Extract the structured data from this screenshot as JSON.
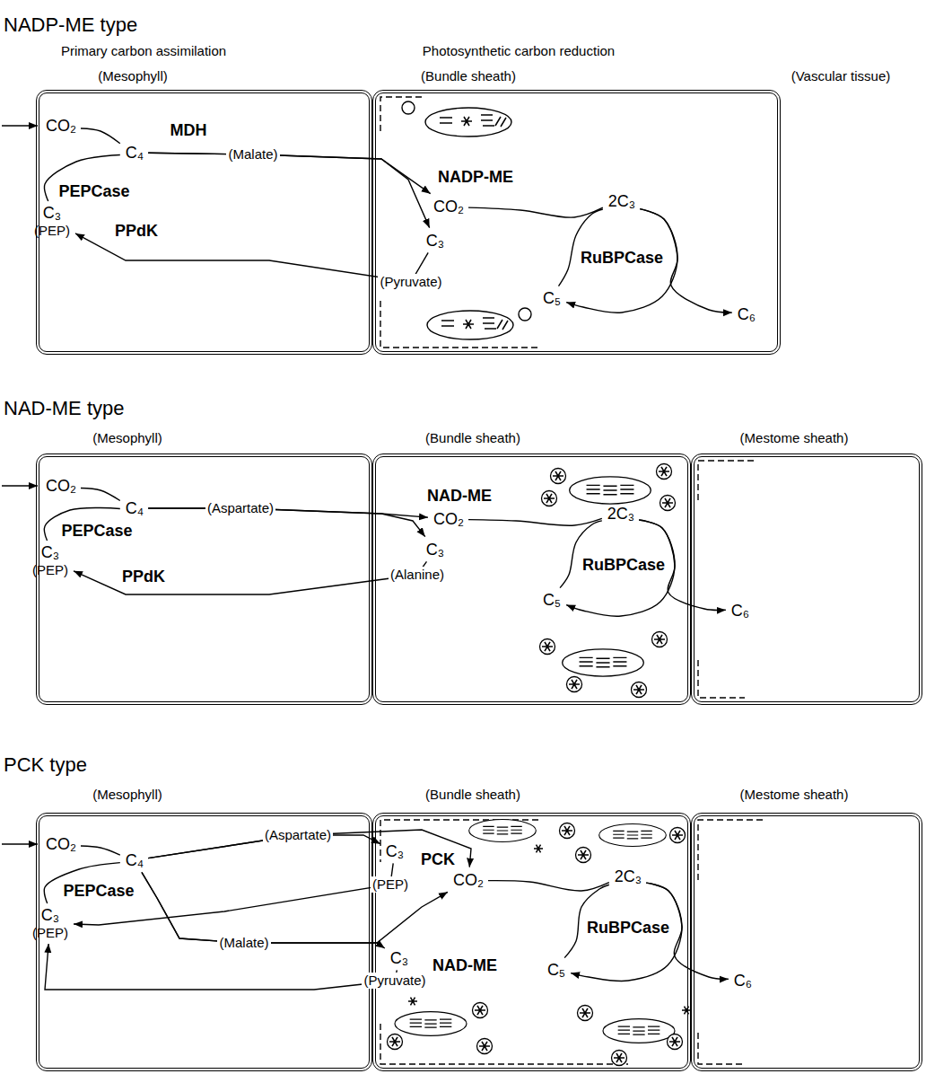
{
  "diagram": {
    "nodes": [
      {
        "text": [
          "Primary carbon assimilation",
          "(Mesophyll)"
        ]
      },
      {
        "text": [
          "CO₂"
        ],
        "in": 0
      },
      {
        "text": [
          "C₄"
        ],
        "in": 0
      },
      {
        "text": [
          "C₃",
          "(PEP)"
        ],
        "in": 0
      },
      {
        "text": [
          "Photosynthetic carbon reduction",
          "(Bundle sheath)"
        ]
      },
      {
        "text": [
          "CO₂"
        ],
        "in": 4
      },
      {
        "text": [
          "C₃"
        ],
        "in": 4
      },
      {
        "text": [
          "2C₃"
        ],
        "in": 4
      },
      {
        "text": [
          "C₅"
        ],
        "in": 4
      },
      {
        "text": [
          "C₆"
        ],
        "in": 4
      },
      {
        "text": [
          "(Mesophyll)"
        ]
      },
      {
        "text": [
          "CO₂"
        ],
        "in": 10
      },
      {
        "text": [
          "C₄"
        ],
        "in": 10
      },
      {
        "text": [
          "C₃",
          "(PEP)"
        ],
        "in": 10
      },
      {
        "text": [
          "(Bundle sheath)"
        ]
      },
      {
        "text": [
          "CO₂"
        ],
        "in": 14
      },
      {
        "text": [
          "C₃"
        ],
        "in": 14
      },
      {
        "text": [
          "2C₃"
        ],
        "in": 14
      },
      {
        "text": [
          "C₅"
        ],
        "in": 14
      },
      {
        "text": [
          "(Mestome sheath)"
        ]
      },
      {
        "text": [
          "C₆"
        ],
        "in": 19
      },
      {
        "text": [
          "(Mesophyll)"
        ]
      },
      {
        "text": [
          "CO₂"
        ],
        "in": 21
      },
      {
        "text": [
          "C₄"
        ],
        "in": 21
      },
      {
        "text": [
          "C₃",
          "(PEP)"
        ],
        "in": 21
      },
      {
        "text": [
          "(Bundle sheath)"
        ]
      },
      {
        "text": [
          "C₃"
        ],
        "in": 25
      },
      {
        "text": [
          "CO₂"
        ],
        "in": 25
      },
      {
        "text": [
          "C₃"
        ],
        "in": 25
      },
      {
        "text": [
          "2C₃"
        ],
        "in": 25
      },
      {
        "text": [
          "C₅"
        ],
        "in": 25
      },
      {
        "text": [
          "(Mestome sheath)"
        ]
      },
      {
        "text": [
          "C₆"
        ],
        "in": 31
      }
    ],
    "edges": [
      {
        "from": 1,
        "to": 2,
        "arrow": "none"
      },
      {
        "from": 3,
        "to": 2,
        "arrow": "none"
      },
      {
        "from": 2,
        "to": 5,
        "arrow": "to",
        "label": "(Malate)"
      },
      {
        "from": 2,
        "to": 6,
        "arrow": "to"
      },
      {
        "from": 6,
        "to": 3,
        "arrow": "to",
        "label": "(Pyruvate)"
      },
      {
        "from": 5,
        "to": 7,
        "arrow": "none"
      },
      {
        "from": 8,
        "to": 7,
        "arrow": "none"
      },
      {
        "from": 7,
        "to": 8,
        "arrow": "to"
      },
      {
        "from": 7,
        "to": 9,
        "arrow": "to"
      },
      {
        "from": 11,
        "to": 12,
        "arrow": "none"
      },
      {
        "from": 13,
        "to": 12,
        "arrow": "none"
      },
      {
        "from": 12,
        "to": 15,
        "arrow": "to",
        "label": "(Aspartate)"
      },
      {
        "from": 12,
        "to": 16,
        "arrow": "to"
      },
      {
        "from": 16,
        "to": 13,
        "arrow": "to",
        "label": "(Alanine)"
      },
      {
        "from": 15,
        "to": 17,
        "arrow": "none"
      },
      {
        "from": 18,
        "to": 17,
        "arrow": "none"
      },
      {
        "from": 17,
        "to": 18,
        "arrow": "to"
      },
      {
        "from": 17,
        "to": 20,
        "arrow": "to"
      },
      {
        "from": 22,
        "to": 23,
        "arrow": "none"
      },
      {
        "from": 24,
        "to": 23,
        "arrow": "none"
      },
      {
        "from": 23,
        "to": 27,
        "arrow": "to",
        "label": "(Aspartate)"
      },
      {
        "from": 23,
        "to": 26,
        "arrow": "to"
      },
      {
        "from": 26,
        "to": 24,
        "arrow": "to",
        "label": "(PEP)"
      },
      {
        "from": 23,
        "to": 27,
        "arrow": "to",
        "label": "(Malate)"
      },
      {
        "from": 23,
        "to": 28,
        "arrow": "to"
      },
      {
        "from": 28,
        "to": 24,
        "arrow": "to",
        "label": "(Pyruvate)"
      },
      {
        "from": 27,
        "to": 29,
        "arrow": "none"
      },
      {
        "from": 30,
        "to": 29,
        "arrow": "none"
      },
      {
        "from": 29,
        "to": 30,
        "arrow": "to"
      },
      {
        "from": 29,
        "to": 32,
        "arrow": "to"
      }
    ],
    "labels": [
      "NADP-ME type",
      "(Vascular tissue)",
      "MDH",
      "PEPCase",
      "PPdK",
      "NADP-ME",
      "RuBPCase",
      "NAD-ME type",
      "PEPCase",
      "PPdK",
      "NAD-ME",
      "RuBPCase",
      "PCK type",
      "PEPCase",
      "PCK",
      "NAD-ME",
      "RuBPCase"
    ]
  }
}
